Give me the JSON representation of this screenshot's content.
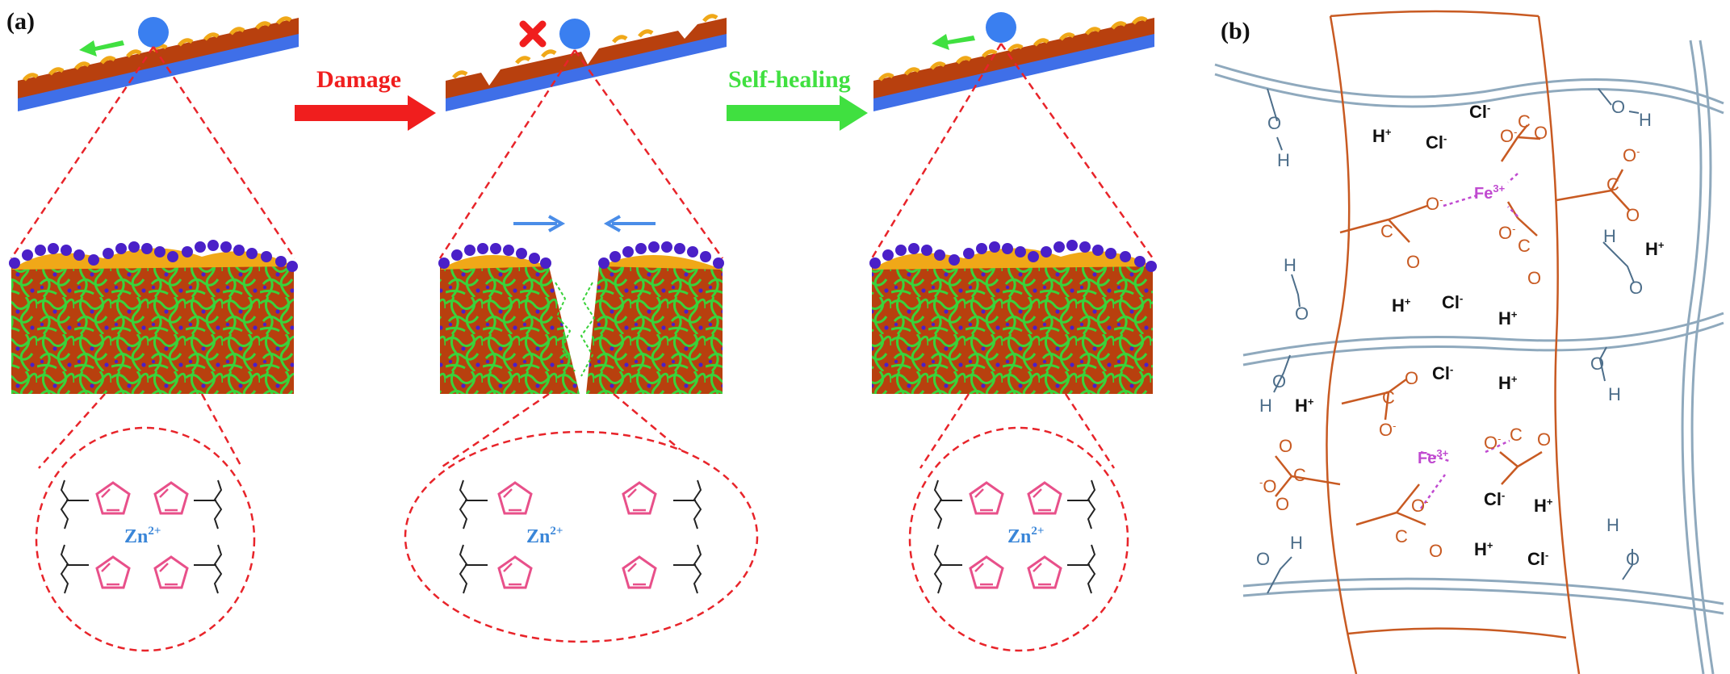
{
  "panel_a": {
    "label": "(a)",
    "arrow_damage": {
      "text": "Damage",
      "color": "#f01e1e"
    },
    "arrow_healing": {
      "text": "Self-healing",
      "color": "#40e040"
    },
    "zinc_ion": {
      "base": "Zn",
      "charge": "2+"
    },
    "colors": {
      "coating": "#b8400e",
      "substrate": "#3f6fe8",
      "ball": "#3a7ff0",
      "bumps": "#f0a818",
      "beads": "#4a20c8",
      "fibers": "#3ad23a",
      "dashed": "#e8242a",
      "imidazole": "#e8508a"
    }
  },
  "panel_b": {
    "label": "(b)",
    "ions": {
      "proton": {
        "base": "H",
        "charge": "+"
      },
      "chloride": {
        "base": "Cl",
        "charge": "-"
      },
      "ferric": {
        "base": "Fe",
        "charge": "3+"
      }
    },
    "atoms": {
      "oxygen": "O",
      "oxide": "O",
      "carbon": "C",
      "hydrogen": "H"
    },
    "colors": {
      "backbone": "#8fa9bd",
      "carboxyl": "#c85a22",
      "iron": "#c04ad0",
      "water": "#4d6e8a"
    }
  }
}
